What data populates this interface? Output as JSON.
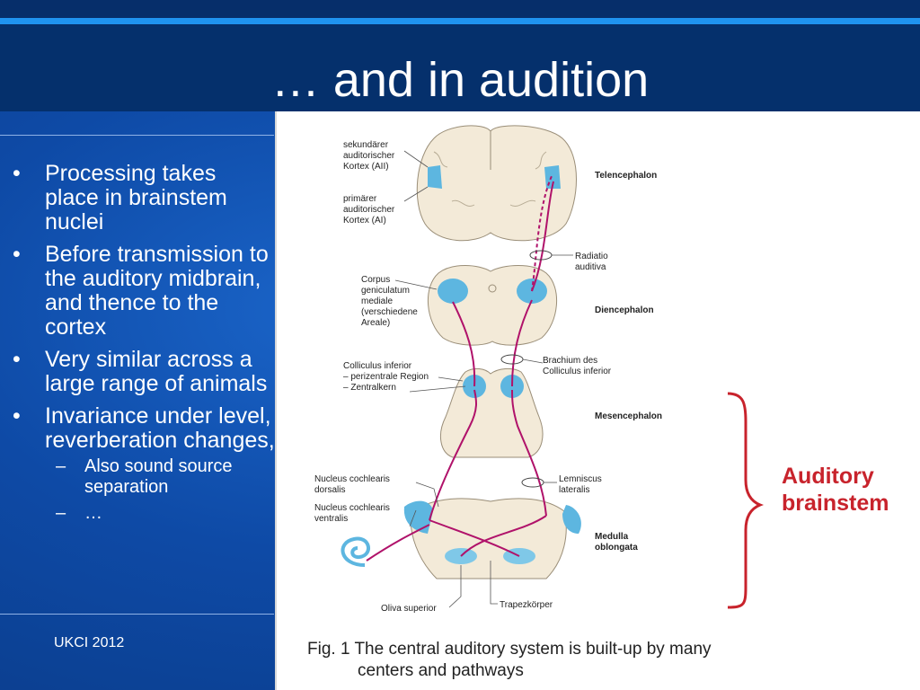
{
  "slide": {
    "title": "… and in audition",
    "footer": "UKCI 2012",
    "bullets": [
      "Processing takes place in brainstem nuclei",
      "Before transmission to the auditory midbrain, and thence to the cortex",
      "Very similar across a large range of animals",
      "Invariance under level, reverberation changes,"
    ],
    "bullet_symbol": "•",
    "sub_bullets": [
      "Also sound source separation",
      "…"
    ],
    "sub_bullet_symbol": "–"
  },
  "figure": {
    "left_labels": {
      "sek1": "sekundärer",
      "sek2": "auditorischer",
      "sek3": "Kortex (AII)",
      "pri1": "primärer",
      "pri2": "auditorischer",
      "pri3": "Kortex (AI)",
      "cg1": "Corpus",
      "cg2": "geniculatum",
      "cg3": "mediale",
      "cg4": "(verschiedene",
      "cg5": "Areale)",
      "ci1": "Colliculus inferior",
      "ci2": "– perizentrale Region",
      "ci3": "– Zentralkern",
      "ncd1": "Nucleus cochlearis",
      "ncd2": "dorsalis",
      "ncv1": "Nucleus cochlearis",
      "ncv2": "ventralis",
      "os": "Oliva superior"
    },
    "right_labels": {
      "tel": "Telencephalon",
      "ra1": "Radiatio",
      "ra2": "auditiva",
      "die": "Diencephalon",
      "bc1": "Brachium des",
      "bc2": "Colliculus inferior",
      "mes": "Mesencephalon",
      "ll1": "Lemniscus",
      "ll2": "lateralis",
      "mo1": "Medulla",
      "mo2": "oblongata",
      "tk": "Trapezkörper"
    },
    "annotation": {
      "line1": "Auditory",
      "line2": "brainstem"
    },
    "caption": {
      "line1": "Fig. 1 The central auditory system is built-up by many",
      "line2": "centers and pathways"
    },
    "colors": {
      "tissue": "#f3ead8",
      "nucleus": "#5db6e0",
      "pathway": "#b0126a",
      "annotation": "#c8232c"
    }
  }
}
